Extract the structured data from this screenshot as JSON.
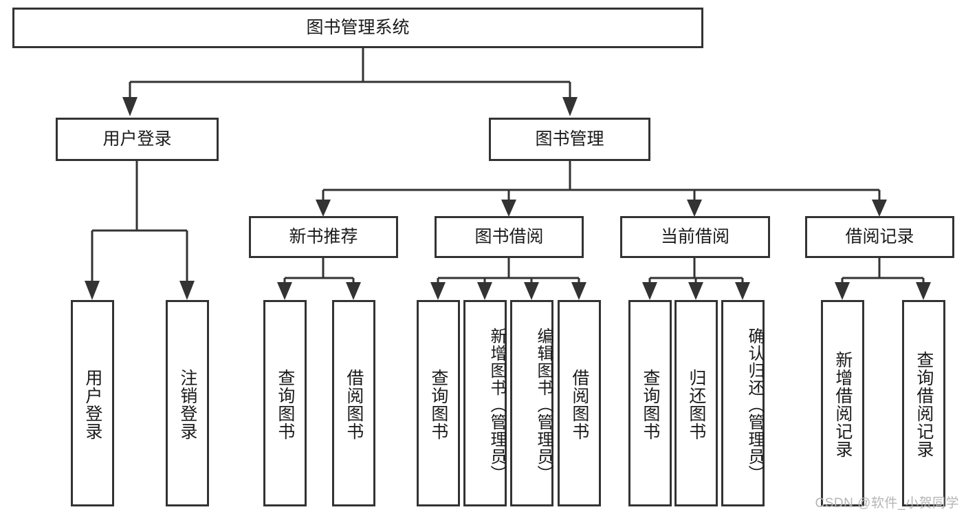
{
  "diagram": {
    "type": "tree-hierarchy",
    "title": "图书管理系统",
    "watermark": "CSDN @软件_小贺同学",
    "colors": {
      "stroke": "#333333",
      "fill": "#ffffff",
      "text": "#1a1a1a",
      "watermark": "#b5b5b5",
      "background": "#ffffff"
    },
    "nodes": {
      "root": {
        "label": "图书管理系统",
        "level": 1,
        "orientation": "horizontal"
      },
      "l2": [
        {
          "id": "user-login",
          "label": "用户登录",
          "level": 2,
          "orientation": "horizontal"
        },
        {
          "id": "book-manage",
          "label": "图书管理",
          "level": 2,
          "orientation": "horizontal"
        }
      ],
      "l3": [
        {
          "id": "new-book-recommend",
          "label": "新书推荐",
          "level": 3,
          "orientation": "horizontal",
          "parent": "book-manage"
        },
        {
          "id": "book-borrow",
          "label": "图书借阅",
          "level": 3,
          "orientation": "horizontal",
          "parent": "book-manage"
        },
        {
          "id": "current-borrow",
          "label": "当前借阅",
          "level": 3,
          "orientation": "horizontal",
          "parent": "book-manage"
        },
        {
          "id": "borrow-record",
          "label": "借阅记录",
          "level": 3,
          "orientation": "horizontal",
          "parent": "book-manage"
        }
      ],
      "leaves": [
        {
          "id": "leaf-user-login",
          "label": "用户登录",
          "parent": "user-login",
          "orientation": "vertical"
        },
        {
          "id": "leaf-logout-login",
          "label": "注销登录",
          "parent": "user-login",
          "orientation": "vertical"
        },
        {
          "id": "leaf-query-book-1",
          "label": "查询图书",
          "parent": "new-book-recommend",
          "orientation": "vertical"
        },
        {
          "id": "leaf-borrow-book-1",
          "label": "借阅图书",
          "parent": "new-book-recommend",
          "orientation": "vertical"
        },
        {
          "id": "leaf-query-book-2",
          "label": "查询图书",
          "parent": "book-borrow",
          "orientation": "vertical"
        },
        {
          "id": "leaf-add-book",
          "label": "新增图书（管理员）",
          "parent": "book-borrow",
          "orientation": "vertical"
        },
        {
          "id": "leaf-edit-book",
          "label": "编辑图书（管理员）",
          "parent": "book-borrow",
          "orientation": "vertical"
        },
        {
          "id": "leaf-borrow-book-2",
          "label": "借阅图书",
          "parent": "book-borrow",
          "orientation": "vertical"
        },
        {
          "id": "leaf-query-book-3",
          "label": "查询图书",
          "parent": "current-borrow",
          "orientation": "vertical"
        },
        {
          "id": "leaf-return-book",
          "label": "归还图书",
          "parent": "current-borrow",
          "orientation": "vertical"
        },
        {
          "id": "leaf-confirm-return",
          "label": "确认归还（管理员）",
          "parent": "current-borrow",
          "orientation": "vertical"
        },
        {
          "id": "leaf-add-record",
          "label": "新增借阅记录",
          "parent": "borrow-record",
          "orientation": "vertical"
        },
        {
          "id": "leaf-query-record",
          "label": "查询借阅记录",
          "parent": "borrow-record",
          "orientation": "vertical"
        }
      ]
    }
  }
}
